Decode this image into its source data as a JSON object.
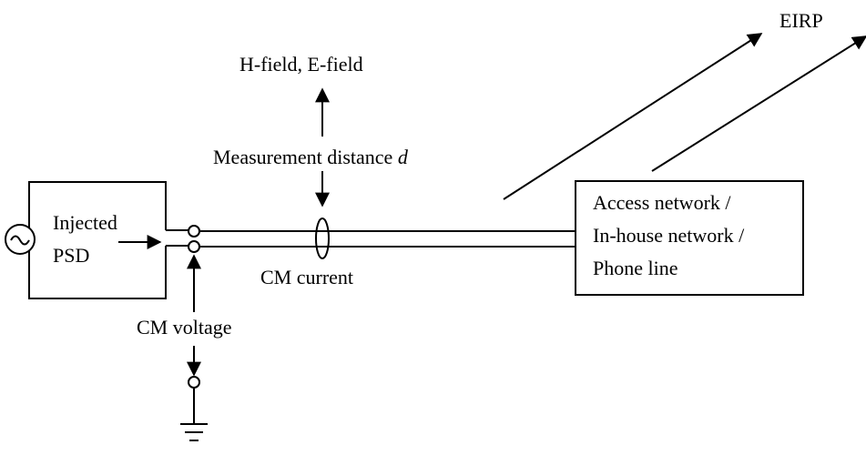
{
  "diagram": {
    "eirp_label": "EIRP",
    "fields_label": "H-field, E-field",
    "distance_label": "Measurement distance",
    "distance_symbol": "d",
    "source_label_line1": "Injected",
    "source_label_line2": "PSD",
    "cm_current_label": "CM current",
    "cm_voltage_label": "CM voltage",
    "network_label_line1": "Access network /",
    "network_label_line2": "In-house network /",
    "network_label_line3": "Phone line",
    "source_symbol": "~"
  },
  "colors": {
    "stroke": "#000000",
    "background": "#ffffff"
  }
}
